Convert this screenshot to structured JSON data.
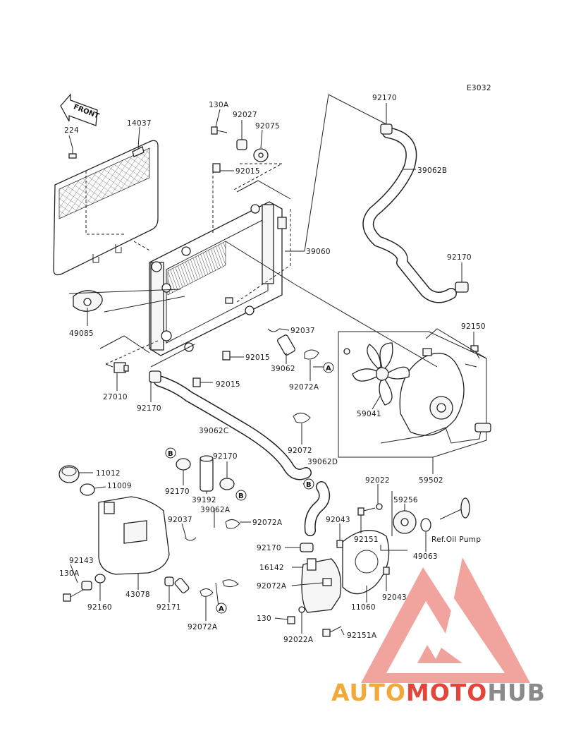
{
  "diagram_code": "E3032",
  "front_label": "FRONT",
  "brand": {
    "auto": "AUTO",
    "moto": "MOTO",
    "hub": "HUB",
    "color_light": "#f2a93b",
    "color_red": "#e2453a",
    "color_grey": "#8a8a8a"
  },
  "callouts": {
    "a": "A",
    "b": "B"
  },
  "parts": {
    "p14037": "14037",
    "p224": "224",
    "p130a_top": "130A",
    "p92027": "92027",
    "p92075": "92075",
    "p92015_top": "92015",
    "p92170_top": "92170",
    "p39062b": "39062B",
    "p39060": "39060",
    "p92170_right": "92170",
    "p49085": "49085",
    "p92037_mid": "92037",
    "p92015_mid": "92015",
    "p39062": "39062",
    "p92072a_mid": "92072A",
    "p92150": "92150",
    "p27010": "27010",
    "p92015_low": "92015",
    "p92170_left": "92170",
    "p59041": "59041",
    "p39062c": "39062C",
    "p92072": "92072",
    "p59502": "59502",
    "p11012": "11012",
    "p11009": "11009",
    "p92170_b": "92170",
    "p39062d": "39062D",
    "p92170_c": "92170",
    "p39192": "39192",
    "p39062a": "39062A",
    "p92022": "92022",
    "p59256": "59256",
    "p92037_low": "92037",
    "p92072a_low1": "92072A",
    "p92043_a": "92043",
    "p92151": "92151",
    "p92170_d": "92170",
    "p49063": "49063",
    "p92143": "92143",
    "p130a_low": "130A",
    "p16142": "16142",
    "p92072a_low2": "92072A",
    "p92043_b": "92043",
    "p92160": "92160",
    "p43078": "43078",
    "p92171": "92171",
    "p11060": "11060",
    "p130": "130",
    "p92072a_bottom": "92072A",
    "p92022a": "92022A",
    "p92151a": "92151A",
    "oil_pump": "Ref.Oil Pump"
  }
}
